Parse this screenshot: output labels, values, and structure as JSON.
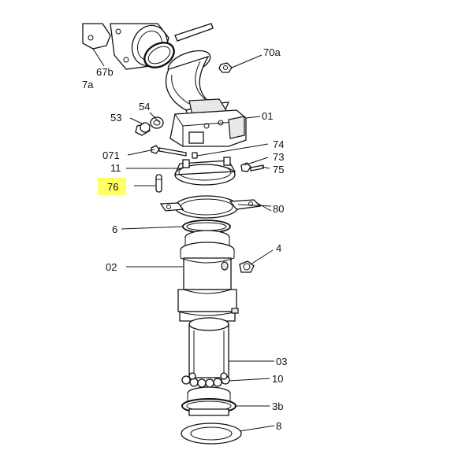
{
  "diagram": {
    "highlight_color": "#ffff66",
    "callouts": {
      "c70a": "70a",
      "c67b": "67b",
      "c7a": "7a",
      "c54": "54",
      "c53": "53",
      "c01": "01",
      "c071": "071",
      "c74": "74",
      "c11": "11",
      "c73": "73",
      "c75": "75",
      "c76": "76",
      "c80": "80",
      "c6": "6",
      "c4": "4",
      "c02": "02",
      "c03": "03",
      "c10": "10",
      "c3b": "3b",
      "c8": "8"
    },
    "highlighted_callout": "76"
  }
}
